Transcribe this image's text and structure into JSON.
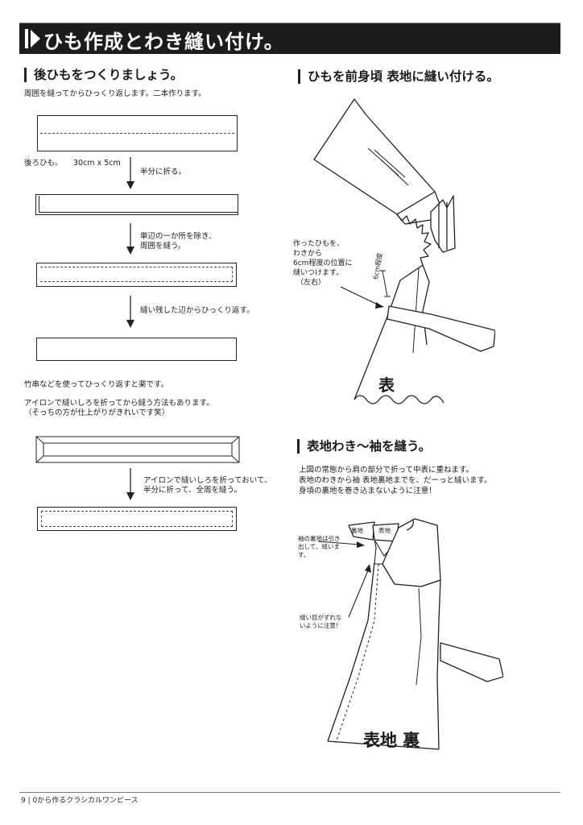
{
  "header": {
    "title": "ひも作成とわき縫い付け。"
  },
  "left": {
    "heading": "後ひもをつくりましょう。",
    "intro": "周囲を縫ってからひっくり返します。二本作ります。",
    "strip_label": "後ろひも。",
    "strip_size": "30cm x 5cm",
    "step1": "半分に折る。",
    "step2_line1": "単辺の一か所を除き、",
    "step2_line2": "周囲を縫う。",
    "step3": "縫い残した辺からひっくり返す。",
    "tip1": "竹串などを使ってひっくり返すと楽です。",
    "tip2_line1": "アイロンで縫いしろを折ってから縫う方法もあります。",
    "tip2_line2": "（そっちの方が仕上がりがきれいです笑）",
    "alt_step_line1": "アイロンで縫いしろを折っておいて、",
    "alt_step_line2": "半分に折って、全周を縫う。"
  },
  "right_top": {
    "heading": "ひもを前身頃 表地に縫い付ける。",
    "note_line1": "作ったひもを、",
    "note_line2": "わきから",
    "note_line3": "6cm程度の位置に",
    "note_line4": "縫いつけます。",
    "note_line5": "（左右）",
    "measure": "6cm程度",
    "fabric_label": "表"
  },
  "right_bottom": {
    "heading": "表地わき〜袖を縫う。",
    "desc_line1": "上図の常態から肩の部分で折って中表に重ねます。",
    "desc_line2": "表地のわきから袖 表地裏地までを、だーっと縫います。",
    "desc_line3": "身頃の裏地を巻き込まないように注意！",
    "sleeve_lining": "裏地",
    "sleeve_outer": "表地",
    "note_a_line1": "袖の裏地は引き",
    "note_a_line2": "出して、縫いま",
    "note_a_line3": "す。",
    "note_b_line1": "縫い目がずれな",
    "note_b_line2": "いように注意！",
    "fabric_label": "表地 裏"
  },
  "footer": {
    "text": "9 | 0から作るクラシカルワンピース"
  }
}
